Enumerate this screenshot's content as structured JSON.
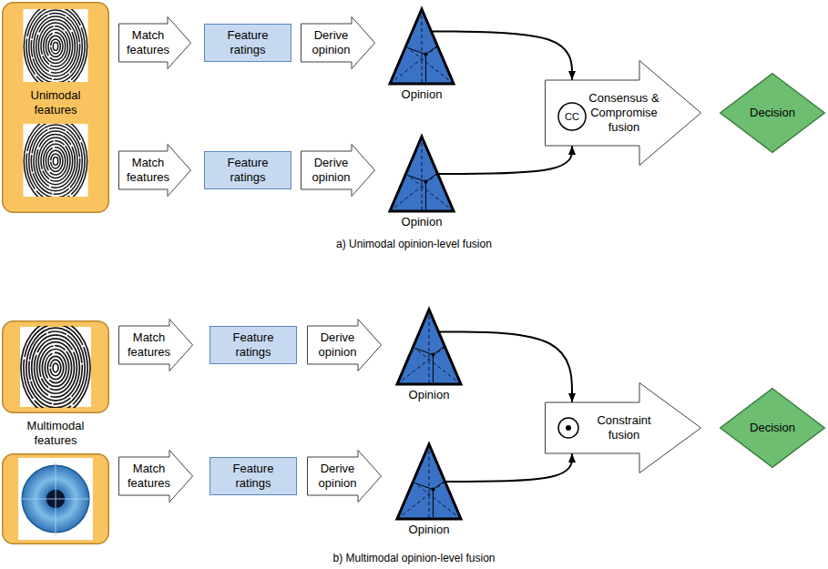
{
  "diagram": {
    "nodes": [
      {
        "text": [
          "Unimodal features"
        ]
      },
      {
        "text": [
          "Match features"
        ]
      },
      {
        "text": [
          "Feature ratings"
        ]
      },
      {
        "text": [
          "Derive opinion"
        ]
      },
      {
        "text": [
          "Opinion"
        ]
      },
      {
        "text": [
          "Match features"
        ]
      },
      {
        "text": [
          "Feature ratings"
        ]
      },
      {
        "text": [
          "Derive opinion"
        ]
      },
      {
        "text": [
          "Opinion"
        ]
      },
      {
        "text": [
          "Consensus & Compromise fusion"
        ]
      },
      {
        "text": [
          "CC"
        ],
        "in": 9
      },
      {
        "text": [
          "Decision"
        ]
      },
      {
        "text": [
          "Match features"
        ]
      },
      {
        "text": [
          "Feature ratings"
        ]
      },
      {
        "text": [
          "Derive opinion"
        ]
      },
      {
        "text": [
          "Opinion"
        ]
      },
      {
        "text": [
          "Match features"
        ]
      },
      {
        "text": [
          "Feature ratings"
        ]
      },
      {
        "text": [
          "Derive opinion"
        ]
      },
      {
        "text": [
          "Opinion"
        ]
      },
      {
        "text": [
          "Constraint fusion"
        ]
      },
      {
        "text": [
          "Decision"
        ]
      }
    ],
    "edges": [
      {
        "from": 4,
        "to": 9,
        "arrow": "to"
      },
      {
        "from": 8,
        "to": 9,
        "arrow": "to"
      },
      {
        "from": 15,
        "to": 20,
        "arrow": "to"
      },
      {
        "from": 19,
        "to": 20,
        "arrow": "to"
      }
    ],
    "labels": [
      "a) Unimodal opinion-level fusion",
      "Multimodal features",
      "b) Multimodal opinion-level fusion"
    ]
  }
}
